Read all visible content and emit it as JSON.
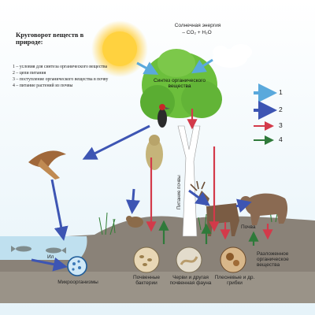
{
  "title": "Круговорот веществ в природе:",
  "legend_notes": [
    "1 – условия для синтеза органического вещества",
    "2 – цепи питания",
    "3 – поступление органического вещества в почву",
    "4 – питание растений из почвы"
  ],
  "sun_label": "Солнечная энергия",
  "sun_formula": "– CO₂ + H₂O",
  "synthesis_label": "Синтез органического вещества",
  "trunk_label": "Питание почвы",
  "soil_label": "Почва",
  "silt_label": "Ил",
  "decomposed_label": "Разложенное органическое вещества",
  "bottom_labels": [
    "Микроорганизмы",
    "Почвенные бактерии",
    "Черви и другая почвенная фауна",
    "Плесневые и др. грибки"
  ],
  "legend_keys": [
    {
      "number": "1",
      "color": "#5aa9dc"
    },
    {
      "number": "2",
      "color": "#3d55b3"
    },
    {
      "number": "3",
      "color": "#d33a4a"
    },
    {
      "number": "4",
      "color": "#2f7a3a"
    }
  ],
  "colors": {
    "sky": "#d7edf8",
    "soil": "#8a8278",
    "water": "#bfe0ef",
    "foliage": "#6cbf3c"
  },
  "icons": [
    "sun-icon",
    "cloud-icon",
    "tree-icon",
    "bird-icon",
    "woodpecker-icon",
    "owl-icon",
    "mouse-icon",
    "moose-icon",
    "bear-icon",
    "fish-icon",
    "microorganism-icon",
    "bacteria-icon",
    "worm-icon",
    "fungi-icon"
  ]
}
